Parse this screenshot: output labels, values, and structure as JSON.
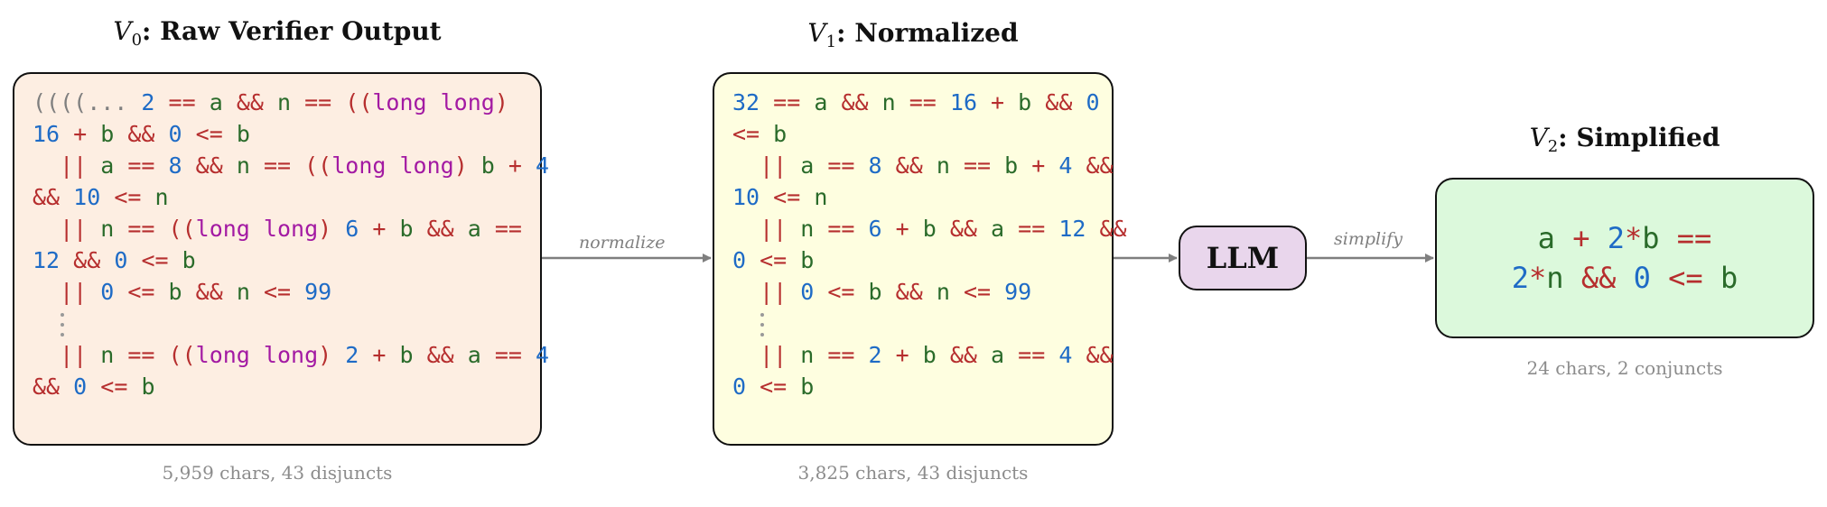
{
  "stages": [
    {
      "var": "V",
      "sub": "0",
      "name": ": Raw Verifier Output",
      "caption": "5,959 chars, 43 disjuncts",
      "lines": [
        [
          [
            "grey",
            "((((... "
          ],
          [
            "num",
            "2"
          ],
          [
            "op",
            " == "
          ],
          [
            "var",
            "a"
          ],
          [
            "op",
            " && "
          ],
          [
            "var",
            "n"
          ],
          [
            "op",
            " == "
          ],
          [
            "op",
            "(("
          ],
          [
            "kw",
            "long long"
          ],
          [
            "op",
            ")"
          ]
        ],
        [
          [
            "num",
            "16"
          ],
          [
            "op",
            " + "
          ],
          [
            "var",
            "b"
          ],
          [
            "op",
            " && "
          ],
          [
            "num",
            "0"
          ],
          [
            "op",
            " <= "
          ],
          [
            "var",
            "b"
          ]
        ],
        [
          [
            "op",
            "  || "
          ],
          [
            "var",
            "a"
          ],
          [
            "op",
            " == "
          ],
          [
            "num",
            "8"
          ],
          [
            "op",
            " && "
          ],
          [
            "var",
            "n"
          ],
          [
            "op",
            " == "
          ],
          [
            "op",
            "(("
          ],
          [
            "kw",
            "long long"
          ],
          [
            "op",
            ")"
          ],
          [
            "var",
            " b"
          ],
          [
            "op",
            " + "
          ],
          [
            "num",
            "4"
          ]
        ],
        [
          [
            "op",
            "&& "
          ],
          [
            "num",
            "10"
          ],
          [
            "op",
            " <= "
          ],
          [
            "var",
            "n"
          ]
        ],
        [
          [
            "op",
            "  || "
          ],
          [
            "var",
            "n"
          ],
          [
            "op",
            " == "
          ],
          [
            "op",
            "(("
          ],
          [
            "kw",
            "long long"
          ],
          [
            "op",
            ") "
          ],
          [
            "num",
            "6"
          ],
          [
            "op",
            " + "
          ],
          [
            "var",
            "b"
          ],
          [
            "op",
            " && "
          ],
          [
            "var",
            "a"
          ],
          [
            "op",
            " =="
          ]
        ],
        [
          [
            "num",
            "12"
          ],
          [
            "op",
            " && "
          ],
          [
            "num",
            "0"
          ],
          [
            "op",
            " <= "
          ],
          [
            "var",
            "b"
          ]
        ],
        [
          [
            "op",
            "  || "
          ],
          [
            "num",
            "0"
          ],
          [
            "op",
            " <= "
          ],
          [
            "var",
            "b"
          ],
          [
            "op",
            " && "
          ],
          [
            "var",
            "n"
          ],
          [
            "op",
            " <= "
          ],
          [
            "num",
            "99"
          ]
        ],
        "vdots",
        [
          [
            "op",
            "  || "
          ],
          [
            "var",
            "n"
          ],
          [
            "op",
            " == "
          ],
          [
            "op",
            "(("
          ],
          [
            "kw",
            "long long"
          ],
          [
            "op",
            ") "
          ],
          [
            "num",
            "2"
          ],
          [
            "op",
            " + "
          ],
          [
            "var",
            "b"
          ],
          [
            "op",
            " && "
          ],
          [
            "var",
            "a"
          ],
          [
            "op",
            " == "
          ],
          [
            "num",
            "4"
          ]
        ],
        [
          [
            "op",
            "&& "
          ],
          [
            "num",
            "0"
          ],
          [
            "op",
            " <= "
          ],
          [
            "var",
            "b"
          ]
        ]
      ]
    },
    {
      "var": "V",
      "sub": "1",
      "name": ": Normalized",
      "caption": "3,825 chars, 43 disjuncts",
      "lines": [
        [
          [
            "num",
            "32"
          ],
          [
            "op",
            " == "
          ],
          [
            "var",
            "a"
          ],
          [
            "op",
            " && "
          ],
          [
            "var",
            "n"
          ],
          [
            "op",
            " == "
          ],
          [
            "num",
            "16"
          ],
          [
            "op",
            " + "
          ],
          [
            "var",
            "b"
          ],
          [
            "op",
            " && "
          ],
          [
            "num",
            "0"
          ]
        ],
        [
          [
            "op",
            "<= "
          ],
          [
            "var",
            "b"
          ]
        ],
        [
          [
            "op",
            "  || "
          ],
          [
            "var",
            "a"
          ],
          [
            "op",
            " == "
          ],
          [
            "num",
            "8"
          ],
          [
            "op",
            " && "
          ],
          [
            "var",
            "n"
          ],
          [
            "op",
            " == "
          ],
          [
            "var",
            "b"
          ],
          [
            "op",
            " + "
          ],
          [
            "num",
            "4"
          ],
          [
            "op",
            " &&"
          ]
        ],
        [
          [
            "num",
            "10"
          ],
          [
            "op",
            " <= "
          ],
          [
            "var",
            "n"
          ]
        ],
        [
          [
            "op",
            "  || "
          ],
          [
            "var",
            "n"
          ],
          [
            "op",
            " == "
          ],
          [
            "num",
            "6"
          ],
          [
            "op",
            " + "
          ],
          [
            "var",
            "b"
          ],
          [
            "op",
            " && "
          ],
          [
            "var",
            "a"
          ],
          [
            "op",
            " == "
          ],
          [
            "num",
            "12"
          ],
          [
            "op",
            " &&"
          ]
        ],
        [
          [
            "num",
            "0"
          ],
          [
            "op",
            " <= "
          ],
          [
            "var",
            "b"
          ]
        ],
        [
          [
            "op",
            "  || "
          ],
          [
            "num",
            "0"
          ],
          [
            "op",
            " <= "
          ],
          [
            "var",
            "b"
          ],
          [
            "op",
            " && "
          ],
          [
            "var",
            "n"
          ],
          [
            "op",
            " <= "
          ],
          [
            "num",
            "99"
          ]
        ],
        "vdots",
        [
          [
            "op",
            "  || "
          ],
          [
            "var",
            "n"
          ],
          [
            "op",
            " == "
          ],
          [
            "num",
            "2"
          ],
          [
            "op",
            " + "
          ],
          [
            "var",
            "b"
          ],
          [
            "op",
            " && "
          ],
          [
            "var",
            "a"
          ],
          [
            "op",
            " == "
          ],
          [
            "num",
            "4"
          ],
          [
            "op",
            " &&"
          ]
        ],
        [
          [
            "num",
            "0"
          ],
          [
            "op",
            " <= "
          ],
          [
            "var",
            "b"
          ]
        ]
      ]
    },
    {
      "var": "V",
      "sub": "2",
      "name": ": Simplified",
      "caption": "24 chars, 2 conjuncts",
      "lines": [
        [
          [
            "var",
            "a"
          ],
          [
            "op",
            " + "
          ],
          [
            "num",
            "2"
          ],
          [
            "op",
            "*"
          ],
          [
            "var",
            "b"
          ],
          [
            "op",
            " =="
          ]
        ],
        [
          [
            "num",
            "2"
          ],
          [
            "op",
            "*"
          ],
          [
            "var",
            "n"
          ],
          [
            "op",
            " && "
          ],
          [
            "num",
            "0"
          ],
          [
            "op",
            " <= "
          ],
          [
            "var",
            "b"
          ]
        ]
      ]
    }
  ],
  "llm_label": "LLM",
  "edges": {
    "normalize": "normalize",
    "simplify": "simplify"
  },
  "colors": {
    "raw_fill": "#fdeee2",
    "normalized_fill": "#fefee0",
    "simplified_fill": "#dcf9dc",
    "llm_fill": "#e9d6ec",
    "number": "#1e6bc6",
    "operator": "#b62e2e",
    "identifier": "#2a6b2a",
    "keyword": "#a31aa3"
  }
}
